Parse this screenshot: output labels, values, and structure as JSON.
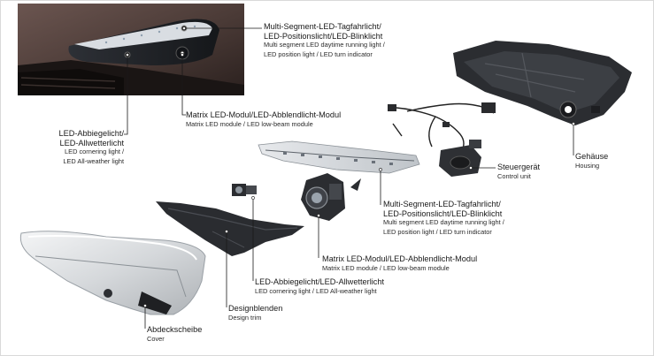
{
  "callouts": {
    "top_drl": {
      "de": [
        "Multi-Segment-LED-Tagfahrlicht/",
        "LED-Positionslicht/LED-Blinklicht"
      ],
      "en": [
        "Multi segment LED daytime running light /",
        "LED position light / LED turn indicator"
      ]
    },
    "top_matrix": {
      "de": [
        "Matrix LED-Modul/LED-Abblendlicht-Modul"
      ],
      "en": [
        "Matrix LED module / LED low-beam module"
      ]
    },
    "left_cornering": {
      "de": [
        "LED-Abbiegelicht/",
        "LED-Allwetterlicht"
      ],
      "en": [
        "LED cornering light /",
        "LED All-weather light"
      ]
    },
    "housing": {
      "de": [
        "Gehäuse"
      ],
      "en": [
        "Housing"
      ]
    },
    "control_unit": {
      "de": [
        "Steuergerät"
      ],
      "en": [
        "Control unit"
      ]
    },
    "mid_drl": {
      "de": [
        "Multi-Segment-LED-Tagfahrlicht/",
        "LED-Positionslicht/LED-Blinklicht"
      ],
      "en": [
        "Multi segment LED daytime running light /",
        "LED position light / LED turn indicator"
      ]
    },
    "mid_matrix": {
      "de": [
        "Matrix LED-Modul/LED-Abblendlicht-Modul"
      ],
      "en": [
        "Matrix LED module / LED low-beam module"
      ]
    },
    "bottom_cornering": {
      "de": [
        "LED-Abbiegelicht/LED-Allwetterlicht"
      ],
      "en": [
        "LED cornering light / LED All-weather light"
      ]
    },
    "design_trim": {
      "de": [
        "Designblenden"
      ],
      "en": [
        "Design trim"
      ]
    },
    "cover": {
      "de": [
        "Abdeckscheibe"
      ],
      "en": [
        "Cover"
      ]
    }
  },
  "colors": {
    "background": "#ffffff",
    "leader_line": "#1a1a1a",
    "car_body": "#4a3a36",
    "dark_part": "#2b2d31"
  }
}
